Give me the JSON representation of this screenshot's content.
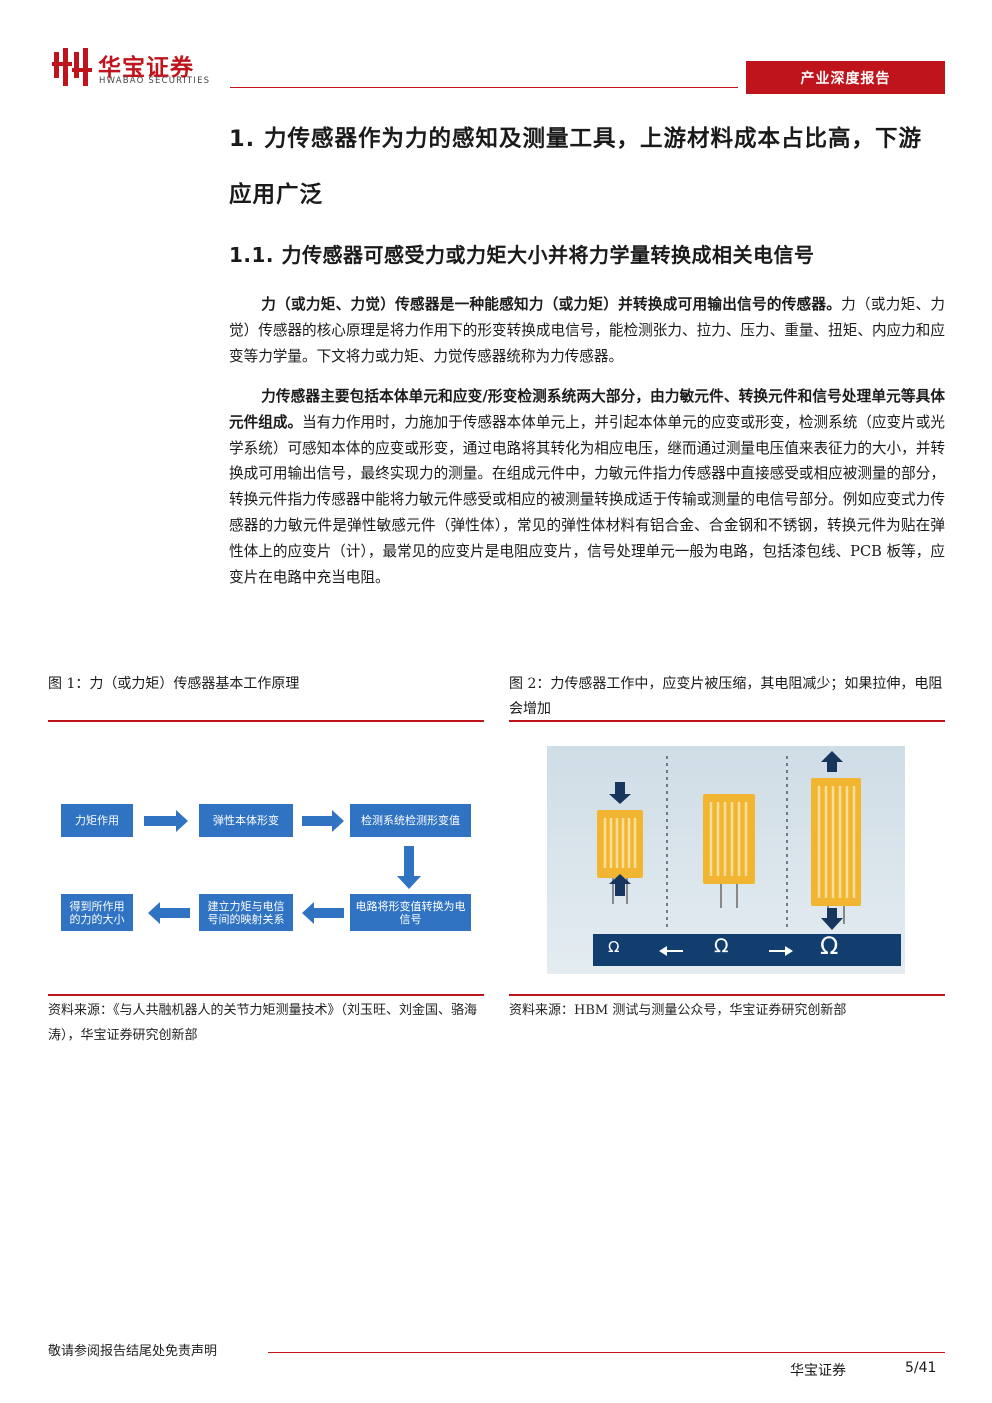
{
  "header": {
    "logo_cn": "华宝证券",
    "logo_en": "HWABAO SECURITIES",
    "report_type": "产业深度报告",
    "brand_color": "#c0141c"
  },
  "section": {
    "h1": "1. 力传感器作为力的感知及测量工具，上游材料成本占比高，下游应用广泛",
    "h2": "1.1. 力传感器可感受力或力矩大小并将力学量转换成相关电信号"
  },
  "paragraphs": {
    "p1_bold": "力（或力矩、力觉）传感器是一种能感知力（或力矩）并转换成可用输出信号的传感器。",
    "p1_rest": "力（或力矩、力觉）传感器的核心原理是将力作用下的形变转换成电信号，能检测张力、拉力、压力、重量、扭矩、内应力和应变等力学量。下文将力或力矩、力觉传感器统称为力传感器。",
    "p2_bold": "力传感器主要包括本体单元和应变/形变检测系统两大部分，由力敏元件、转换元件和信号处理单元等具体元件组成。",
    "p2_rest": "当有力作用时，力施加于传感器本体单元上，并引起本体单元的应变或形变，检测系统（应变片或光学系统）可感知本体的应变或形变，通过电路将其转化为相应电压，继而通过测量电压值来表征力的大小，并转换成可用输出信号，最终实现力的测量。在组成元件中，力敏元件指力传感器中直接感受或相应被测量的部分，转换元件指力传感器中能将力敏元件感受或相应的被测量转换成适于传输或测量的电信号部分。例如应变式力传感器的力敏元件是弹性敏感元件（弹性体），常见的弹性体材料有铝合金、合金钢和不锈钢，转换元件为贴在弹性体上的应变片（计），最常见的应变片是电阻应变片，信号处理单元一般为电路，包括漆包线、PCB 板等，应变片在电路中充当电阻。"
  },
  "figure1": {
    "caption": "图 1：力（或力矩）传感器基本工作原理",
    "boxes": [
      "力矩作用",
      "弹性本体形变",
      "检测系统检测形变值",
      "电路将形变值转换为电信号",
      "建立力矩与电信号间的映射关系",
      "得到所作用的力的大小"
    ],
    "box_color": "#2f73c2",
    "source": "资料来源：《与人共融机器人的关节力矩测量技术》（刘玉旺、刘金国、骆海涛），华宝证券研究创新部"
  },
  "figure2": {
    "caption": "图 2：力传感器工作中，应变片被压缩，其电阻减少；如果拉伸，电阻会增加",
    "omega_symbol": "Ω",
    "source": "资料来源：HBM 测试与测量公众号，华宝证券研究创新部"
  },
  "footer": {
    "disclaimer": "敬请参阅报告结尾处免责声明",
    "company": "华宝证券",
    "page": "5/41"
  }
}
